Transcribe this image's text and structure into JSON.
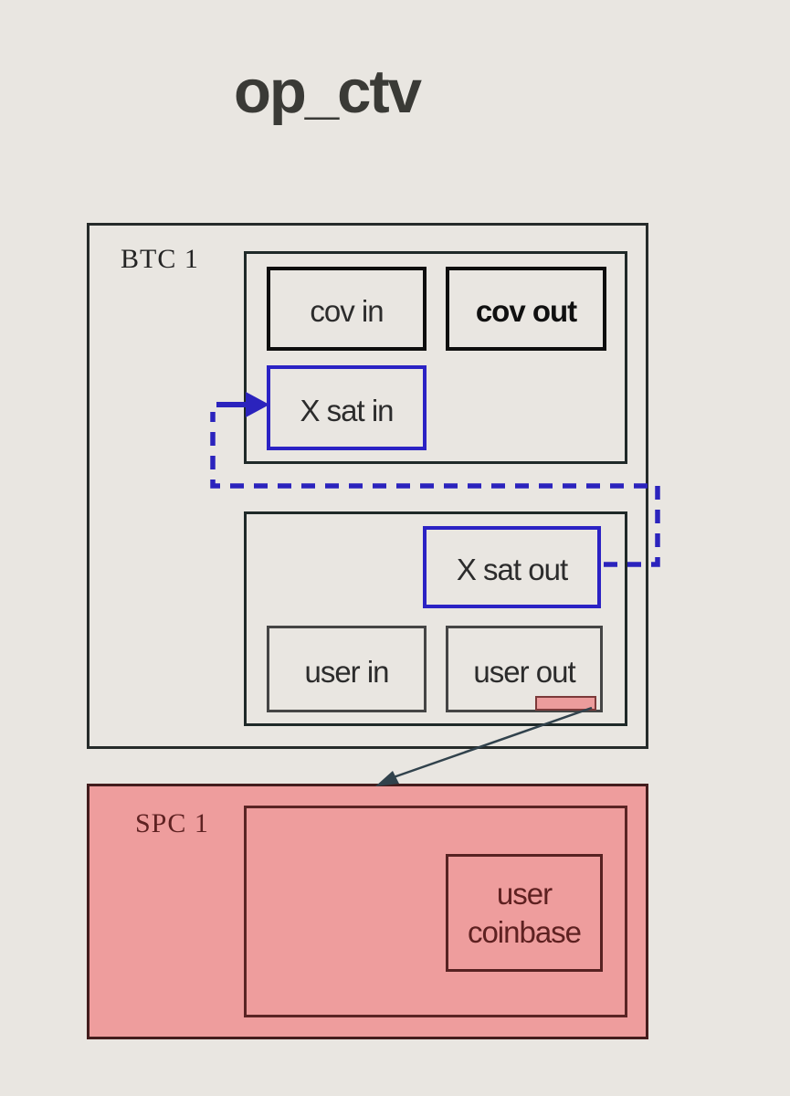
{
  "title": "op_ctv",
  "colors": {
    "background": "#e9e6e1",
    "covenant_blue": "#2b22c4",
    "pink_fill": "#ee9d9d",
    "maroon": "#5e2222",
    "box_border_dark": "#262b2a",
    "black_border": "#0e0e0e",
    "arrow_dark": "#31424c"
  },
  "btc_group": {
    "label": "BTC 1",
    "tx1": {
      "cov_in_label": "cov in",
      "cov_out_label": "cov out",
      "x_sat_in_label": "X sat in"
    },
    "tx2": {
      "x_sat_out_label": "X sat out",
      "user_in_label": "user in",
      "user_out_label": "user out"
    }
  },
  "spc_group": {
    "label": "SPC 1",
    "coinbase_line1": "user",
    "coinbase_line2": "coinbase"
  },
  "connectors": {
    "covenant_loop": "dashed blue path from X sat out back to X sat in",
    "spend_arrow": "arrow from user out value chip to SPC coinbase block"
  }
}
